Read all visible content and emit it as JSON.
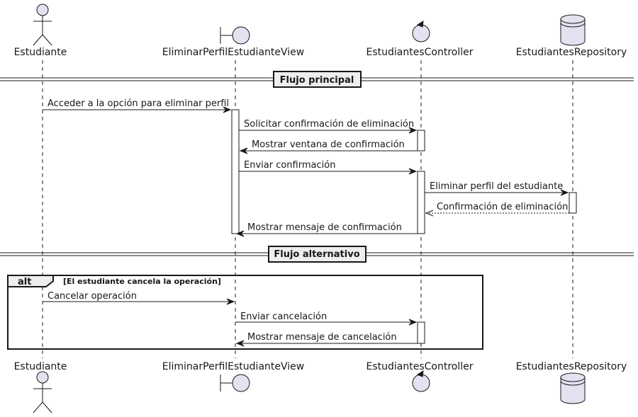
{
  "participants": [
    {
      "id": "estudiante",
      "name": "Estudiante",
      "kind": "actor-icon"
    },
    {
      "id": "view",
      "name": "EliminarPerfilEstudianteView",
      "kind": "boundary-icon"
    },
    {
      "id": "controller",
      "name": "EstudiantesController",
      "kind": "control-icon"
    },
    {
      "id": "repo",
      "name": "EstudiantesRepository",
      "kind": "database-icon"
    }
  ],
  "dividers": {
    "main": "Flujo principal",
    "alternative": "Flujo alternativo"
  },
  "fragment": {
    "operator": "alt",
    "guard": "[El estudiante cancela la operación]"
  },
  "messages": [
    {
      "from": "estudiante",
      "to": "view",
      "label": "Acceder a la opción para eliminar perfil",
      "style": "solid"
    },
    {
      "from": "view",
      "to": "controller",
      "label": "Solicitar confirmación de eliminación",
      "style": "solid"
    },
    {
      "from": "controller",
      "to": "view",
      "label": "Mostrar ventana de confirmación",
      "style": "solid"
    },
    {
      "from": "view",
      "to": "controller",
      "label": "Enviar confirmación",
      "style": "solid"
    },
    {
      "from": "controller",
      "to": "repo",
      "label": "Eliminar perfil del estudiante",
      "style": "solid"
    },
    {
      "from": "repo",
      "to": "controller",
      "label": "Confirmación de eliminación",
      "style": "dashed"
    },
    {
      "from": "controller",
      "to": "view",
      "label": "Mostrar mensaje de confirmación",
      "style": "solid"
    },
    {
      "from": "estudiante",
      "to": "view",
      "label": "Cancelar operación",
      "style": "solid"
    },
    {
      "from": "view",
      "to": "controller",
      "label": "Enviar cancelación",
      "style": "solid"
    },
    {
      "from": "controller",
      "to": "view",
      "label": "Mostrar mensaje de cancelación",
      "style": "solid"
    }
  ]
}
